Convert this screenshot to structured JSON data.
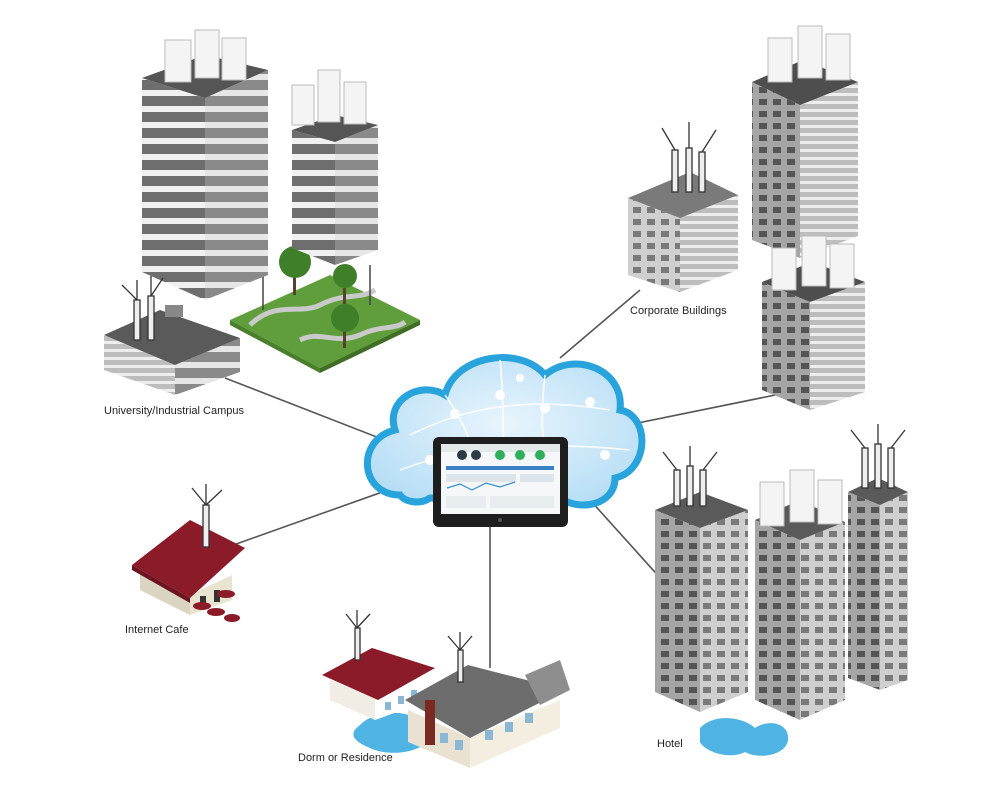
{
  "labels": {
    "campus": "University/Industrial Campus",
    "corporate": "Corporate Buildings",
    "cafe": "Internet Cafe",
    "dorm": "Dorm or Residence",
    "hotel": "Hotel"
  },
  "colors": {
    "cloud": "#cfe8f7",
    "cloud_edge": "#29a3dc",
    "connector": "#555555",
    "roof_red": "#8c1b2a",
    "grass": "#5f9e3a",
    "water": "#4fb3e3",
    "concrete": "#9a9a9a"
  },
  "icons": {
    "cloud": "cloud-icon",
    "tablet": "tablet-dashboard-icon",
    "antenna": "antenna-icon",
    "access_point": "access-point-icon"
  }
}
